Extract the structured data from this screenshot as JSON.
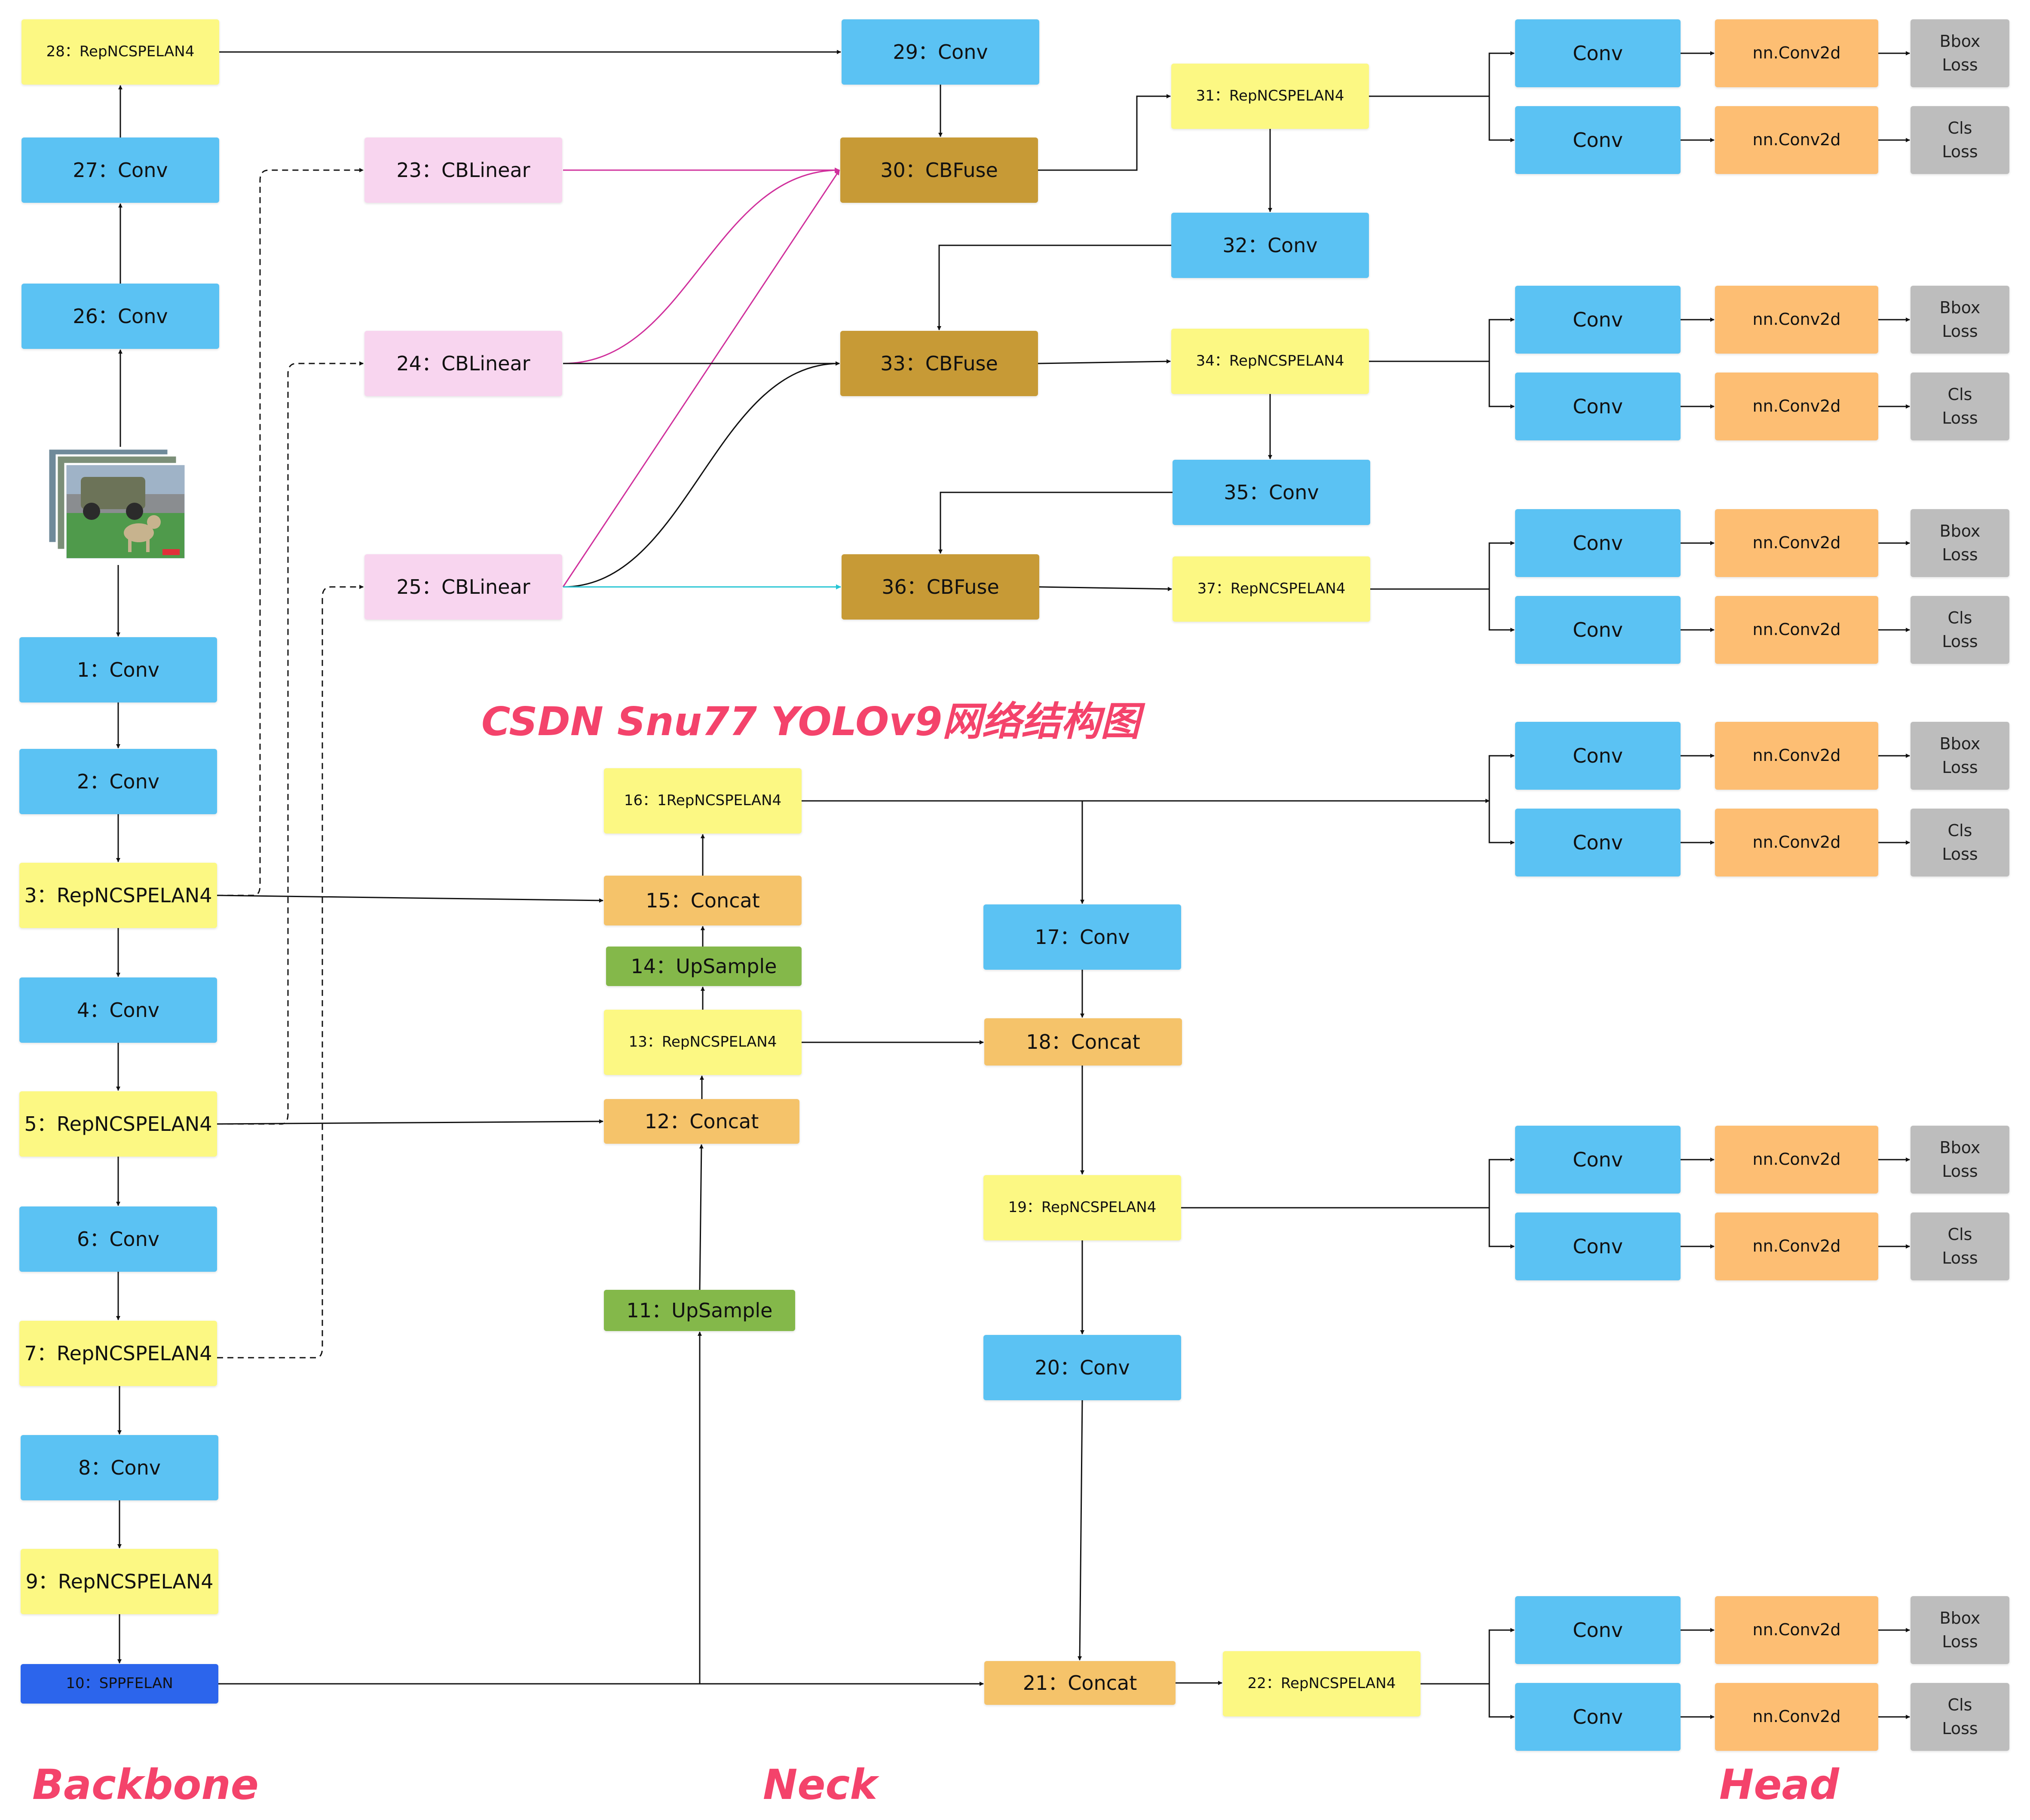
{
  "captions": {
    "title": "CSDN Snu77 YOLOv9网络结构图",
    "backbone": "Backbone",
    "neck": "Neck",
    "head": "Head"
  },
  "colors": {
    "conv": "#5bc2f3",
    "repncspelan": "#fcf883",
    "cblinear": "#f8d5ef",
    "cbfuse": "#c79a36",
    "concat": "#f5c36a",
    "upsample": "#84b84a",
    "sppfelan": "#2c65ec",
    "nnconv2d": "#fdbe73",
    "loss": "#bdbdbd",
    "caption": "#f4436b",
    "magenta_wire": "#d0309c",
    "cyan_wire": "#27c5d4"
  },
  "input_image": {
    "icon": "image-stack-icon"
  },
  "backbone": [
    {
      "id": "n1",
      "label": "1：Conv"
    },
    {
      "id": "n2",
      "label": "2：Conv"
    },
    {
      "id": "n3",
      "label": "3：RepNCSPELAN4"
    },
    {
      "id": "n4",
      "label": "4：Conv"
    },
    {
      "id": "n5",
      "label": "5：RepNCSPELAN4"
    },
    {
      "id": "n6",
      "label": "6：Conv"
    },
    {
      "id": "n7",
      "label": "7：RepNCSPELAN4"
    },
    {
      "id": "n8",
      "label": "8：Conv"
    },
    {
      "id": "n9",
      "label": "9：RepNCSPELAN4"
    },
    {
      "id": "n10",
      "label": "10：SPPFELAN"
    },
    {
      "id": "n26",
      "label": "26：Conv"
    },
    {
      "id": "n27",
      "label": "27：Conv"
    },
    {
      "id": "n28",
      "label": "28：RepNCSPELAN4"
    }
  ],
  "neck": [
    {
      "id": "n11",
      "label": "11：UpSample"
    },
    {
      "id": "n12",
      "label": "12：Concat"
    },
    {
      "id": "n13",
      "label": "13：RepNCSPELAN4"
    },
    {
      "id": "n14",
      "label": "14：UpSample"
    },
    {
      "id": "n15",
      "label": "15：Concat"
    },
    {
      "id": "n16",
      "label": "16：1RepNCSPELAN4"
    },
    {
      "id": "n17",
      "label": "17：Conv"
    },
    {
      "id": "n18",
      "label": "18：Concat"
    },
    {
      "id": "n19",
      "label": "19：RepNCSPELAN4"
    },
    {
      "id": "n20",
      "label": "20：Conv"
    },
    {
      "id": "n21",
      "label": "21：Concat"
    },
    {
      "id": "n22",
      "label": "22：RepNCSPELAN4"
    }
  ],
  "aux": [
    {
      "id": "n23",
      "label": "23：CBLinear"
    },
    {
      "id": "n24",
      "label": "24：CBLinear"
    },
    {
      "id": "n25",
      "label": "25：CBLinear"
    },
    {
      "id": "n29",
      "label": "29：Conv"
    },
    {
      "id": "n30",
      "label": "30：CBFuse"
    },
    {
      "id": "n31",
      "label": "31：RepNCSPELAN4"
    },
    {
      "id": "n32",
      "label": "32：Conv"
    },
    {
      "id": "n33",
      "label": "33：CBFuse"
    },
    {
      "id": "n34",
      "label": "34：RepNCSPELAN4"
    },
    {
      "id": "n35",
      "label": "35：Conv"
    },
    {
      "id": "n36",
      "label": "36：CBFuse"
    },
    {
      "id": "n37",
      "label": "37：RepNCSPELAN4"
    }
  ],
  "head": {
    "conv_label": "Conv",
    "conv2d_label": "nn.Conv2d",
    "bbox_loss_label": "Bbox\nLoss",
    "cls_loss_label": "Cls\nLoss",
    "groups": [
      {
        "source": "n31"
      },
      {
        "source": "n34"
      },
      {
        "source": "n37"
      },
      {
        "source": "n16"
      },
      {
        "source": "n19"
      },
      {
        "source": "n22"
      }
    ]
  }
}
